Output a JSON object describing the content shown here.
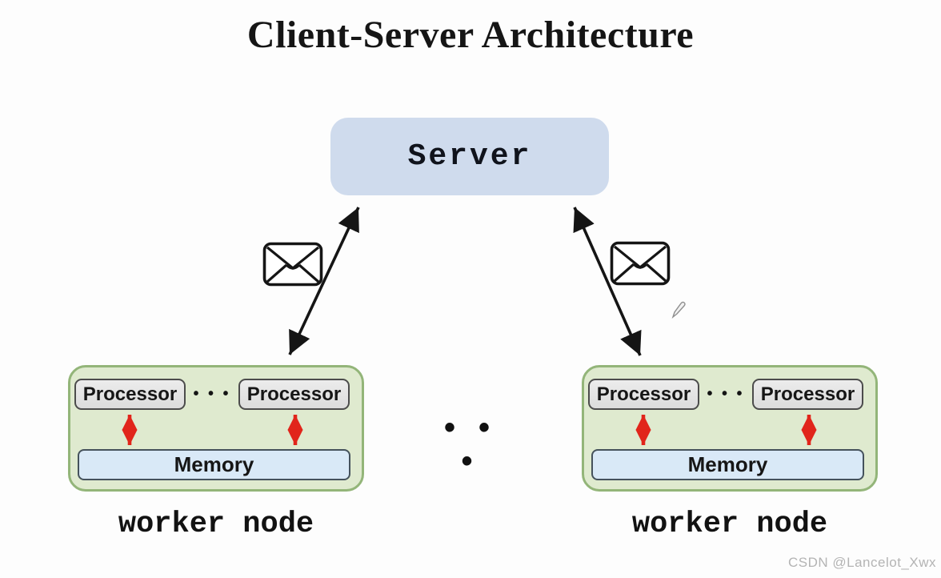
{
  "diagram": {
    "title": "Client-Server Architecture",
    "server": {
      "label": "Server"
    },
    "between_nodes_ellipsis": "• • •",
    "worker_nodes": [
      {
        "label": "worker node",
        "processors": [
          "Processor",
          "Processor"
        ],
        "processor_ellipsis": "• • •",
        "memory_label": "Memory"
      },
      {
        "label": "worker node",
        "processors": [
          "Processor",
          "Processor"
        ],
        "processor_ellipsis": "• • •",
        "memory_label": "Memory"
      }
    ],
    "icons": {
      "message_left": "envelope-icon",
      "message_right": "envelope-icon",
      "cursor": "pencil-cursor-icon"
    },
    "colors": {
      "server_fill": "#cfdbed",
      "worker_fill": "#dfeacf",
      "worker_border": "#93b579",
      "processor_fill": "#e4e4e4",
      "memory_fill": "#d9e9f7",
      "box_border": "#4c4c4c",
      "arrow_black": "#151515",
      "arrow_red": "#e1251b"
    }
  },
  "watermark": {
    "text": "CSDN @Lancelot_Xwx"
  }
}
